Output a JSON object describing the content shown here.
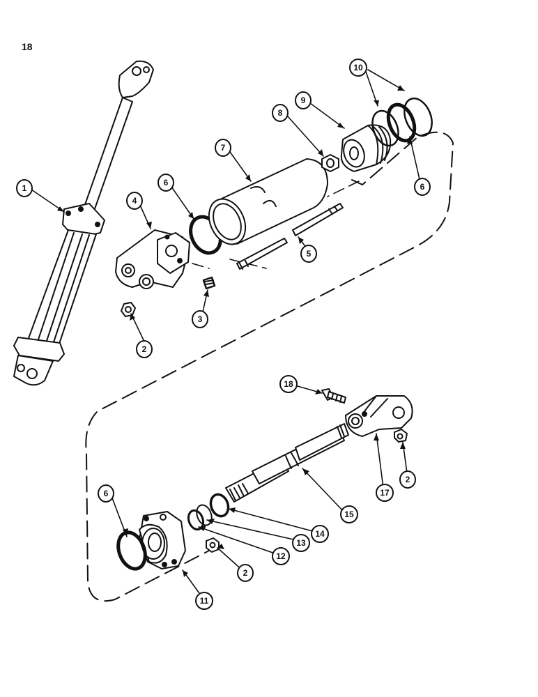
{
  "page": {
    "number": "18"
  },
  "colors": {
    "ink": "#111111",
    "paper": "#ffffff"
  },
  "callouts": [
    {
      "id": "c1",
      "text": "1"
    },
    {
      "id": "c2a",
      "text": "2"
    },
    {
      "id": "c2b",
      "text": "2"
    },
    {
      "id": "c2c",
      "text": "2"
    },
    {
      "id": "c3",
      "text": "3"
    },
    {
      "id": "c4",
      "text": "4"
    },
    {
      "id": "c5",
      "text": "5"
    },
    {
      "id": "c6a",
      "text": "6"
    },
    {
      "id": "c6b",
      "text": "6"
    },
    {
      "id": "c6c",
      "text": "6"
    },
    {
      "id": "c7",
      "text": "7"
    },
    {
      "id": "c8",
      "text": "8"
    },
    {
      "id": "c9",
      "text": "9"
    },
    {
      "id": "c10",
      "text": "10"
    },
    {
      "id": "c11",
      "text": "11"
    },
    {
      "id": "c12",
      "text": "12"
    },
    {
      "id": "c13",
      "text": "13"
    },
    {
      "id": "c14",
      "text": "14"
    },
    {
      "id": "c15",
      "text": "15"
    },
    {
      "id": "c17",
      "text": "17"
    },
    {
      "id": "c18",
      "text": "18"
    }
  ]
}
